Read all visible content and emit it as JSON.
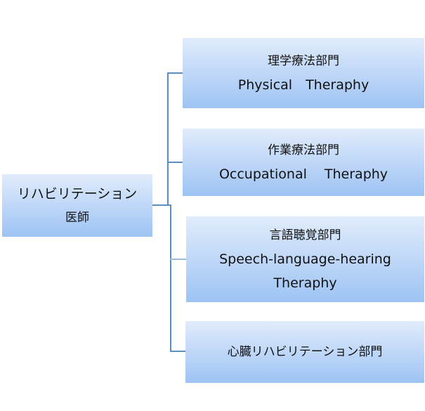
{
  "root": {
    "line1": "リハビリテーション",
    "line2": "医師"
  },
  "departments": [
    {
      "line1": "理学療法部門",
      "line2": "Physical　Theraphy"
    },
    {
      "line1": "作業療法部門",
      "line2": "Occupational　 Theraphy"
    },
    {
      "line1": "言語聴覚部門",
      "line2": "Speech-language-hearing",
      "line3": "Theraphy"
    },
    {
      "line1": "心臓リハビリテーション部門"
    }
  ],
  "colors": {
    "box_top": "#e1ecfb",
    "box_bottom": "#9dc3f4",
    "connector": "#5b8fbf"
  }
}
